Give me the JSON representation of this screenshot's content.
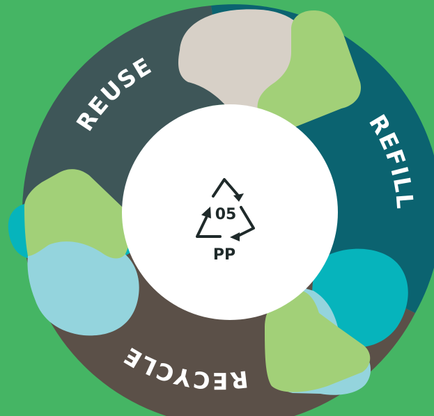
{
  "diagram": {
    "segments": [
      {
        "id": "reuse",
        "label": "REUSE",
        "color": "#3e5658"
      },
      {
        "id": "refill",
        "label": "REFILL",
        "color": "#0b6370"
      },
      {
        "id": "recycle",
        "label": "RECYCLE",
        "color": "#5b5048"
      }
    ],
    "center": {
      "code": "05",
      "material": "PP",
      "icon": "recycling-triangle-icon",
      "background": "#ffffff"
    },
    "accent_colors": {
      "page_background": "#45b564",
      "light_green": "#a2d078",
      "beige": "#d7d0c7",
      "teal": "#06b4bc",
      "light_blue": "#94d4dd"
    }
  }
}
